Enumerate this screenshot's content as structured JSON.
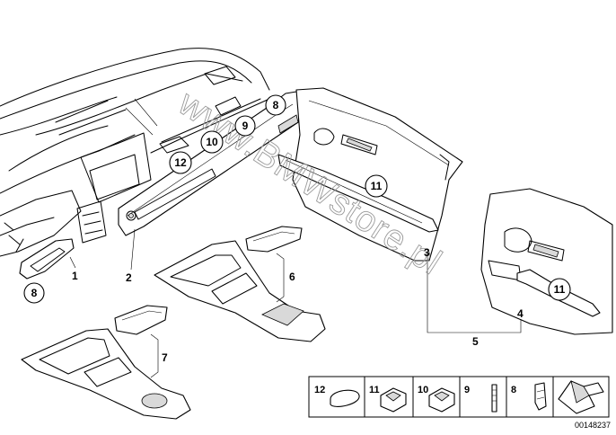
{
  "watermark": "www.BMWstore.pl",
  "diagram_number": "00148237",
  "callouts": {
    "c1": "1",
    "c2": "2",
    "c3": "3",
    "c4": "4",
    "c5": "5",
    "c6": "6",
    "c7": "7",
    "c8a": "8",
    "c8b": "8",
    "c9": "9",
    "c10": "10",
    "c11a": "11",
    "c11b": "11",
    "c12": "12"
  },
  "legend_numbers": [
    "12",
    "11",
    "10",
    "9",
    "8"
  ],
  "icons": {
    "arrow": "right-arrow-icon"
  }
}
